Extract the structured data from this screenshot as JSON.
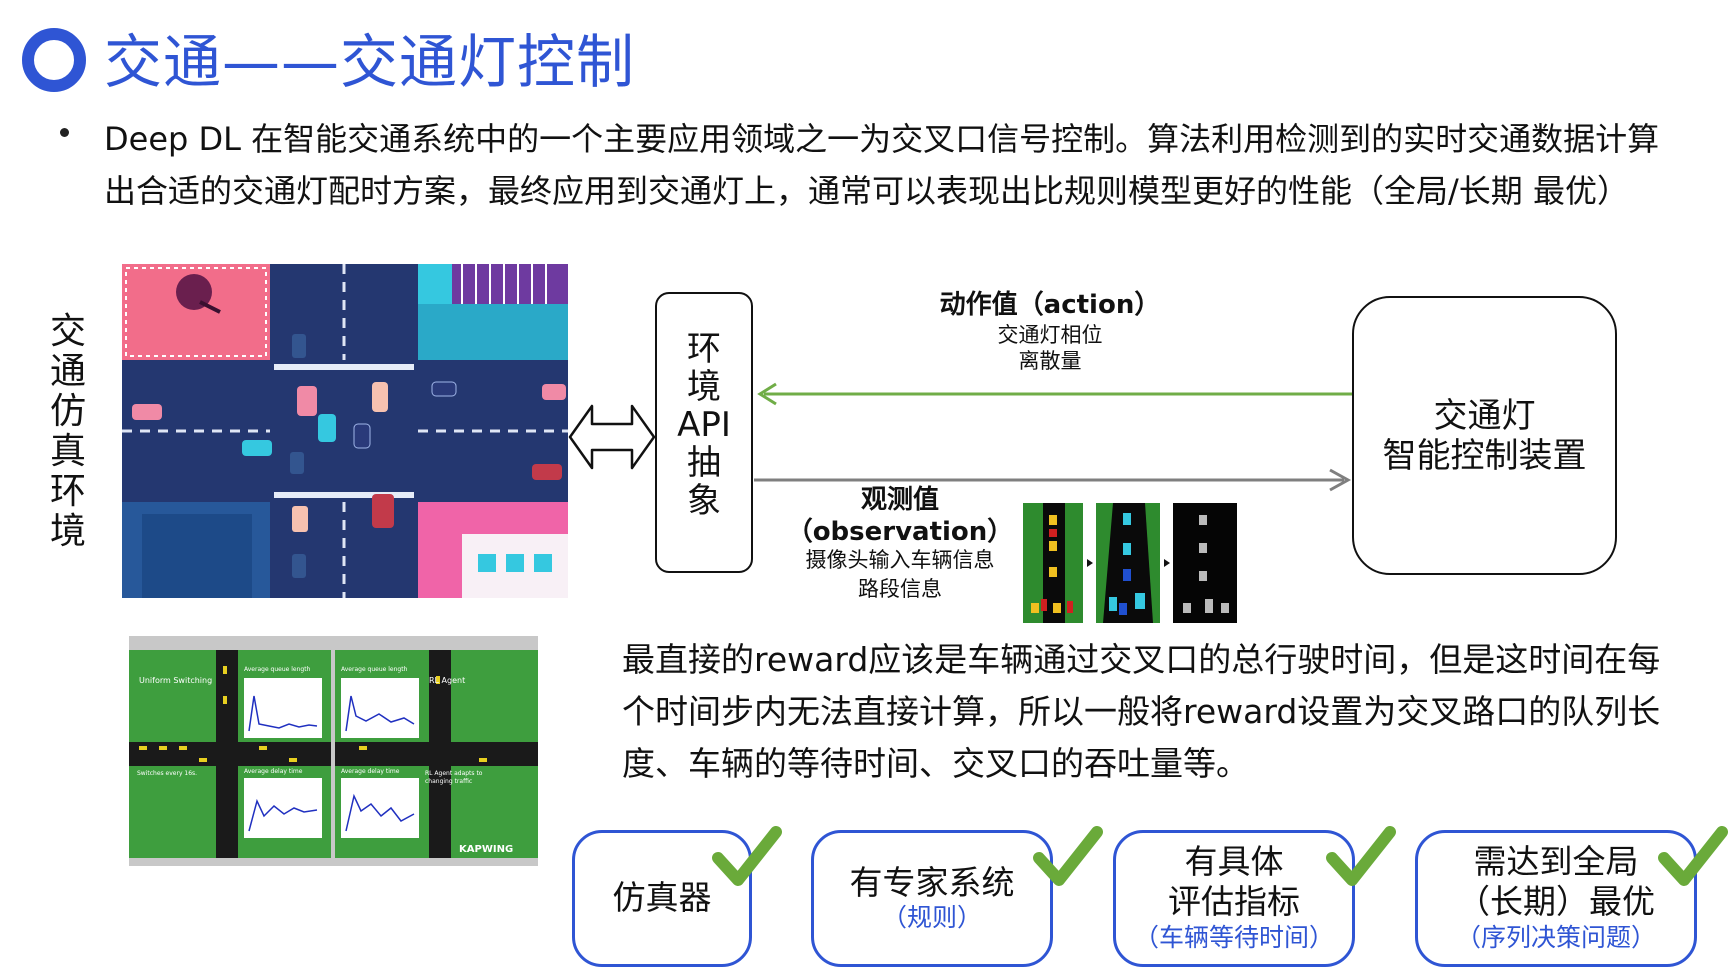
{
  "title": "交通——交通灯控制",
  "bullet": {
    "line1": "Deep DL 在智能交通系统中的一个主要应用领域之一为交叉口信号控制。算法利用检测到的实时交通数据计算",
    "line2": "出合适的交通灯配时方案，最终应用到交通灯上，通常可以表现出比规则模型更好的性能（全局/长期 最优）"
  },
  "side_label": [
    "交",
    "通",
    "仿",
    "真",
    "环",
    "境"
  ],
  "api_box": [
    "环",
    "境",
    "API",
    "抽",
    "象"
  ],
  "action": {
    "title": "动作值（action）",
    "line1": "交通灯相位",
    "line2": "离散量"
  },
  "observation": {
    "title1": "观测值",
    "title2": "（observation）",
    "line1": "摄像头输入车辆信息",
    "line2": "路段信息"
  },
  "controller": {
    "line1": "交通灯",
    "line2": "智能控制装置"
  },
  "reward_text": {
    "line1": "最直接的reward应该是车辆通过交叉口的总行驶时间，但是这时间在每",
    "line2": "个时间步内无法直接计算，所以一般将reward设置为交叉路口的队列长",
    "line3": "度、车辆的等待时间、交叉口的吞吐量等。"
  },
  "sim_screenshot": {
    "left_label": "Uniform Switching",
    "right_label": "RL Agent",
    "left_sub": "Switches every 16s.",
    "right_sub": "RL Agent adapts to changing traffic",
    "plot1_title": "Average queue length",
    "plot2_title": "Average queue length",
    "plot3_title": "Average delay time",
    "plot4_title": "Average delay time",
    "watermark": "KAPWING"
  },
  "cards": [
    {
      "main": "仿真器",
      "sub": ""
    },
    {
      "main": "有专家系统",
      "sub": "（规则）"
    },
    {
      "main1": "有具体",
      "main2": "评估指标",
      "sub": "（车辆等待时间）"
    },
    {
      "main1": "需达到全局",
      "main2": "（长期）最优",
      "sub": "（序列决策问题）"
    }
  ],
  "colors": {
    "accent": "#2f55d4",
    "action_arrow": "#70ad47",
    "obs_arrow": "#7f7f7f",
    "check": "#6aaa3a"
  }
}
